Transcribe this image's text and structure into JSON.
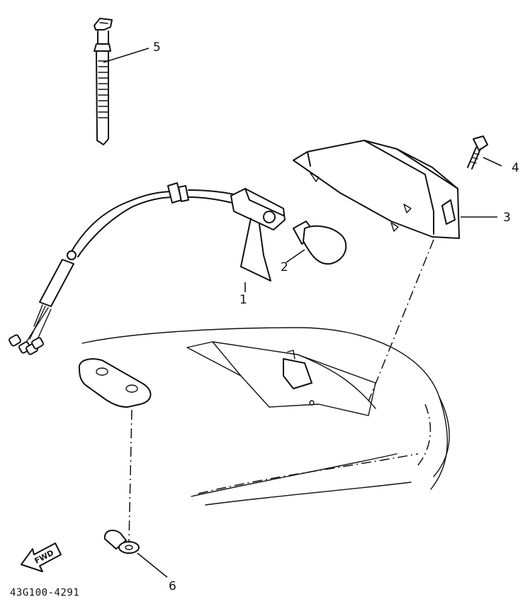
{
  "diagram": {
    "callouts": [
      {
        "id": "1",
        "label": "1"
      },
      {
        "id": "2",
        "label": "2"
      },
      {
        "id": "3",
        "label": "3"
      },
      {
        "id": "4",
        "label": "4"
      },
      {
        "id": "5",
        "label": "5"
      },
      {
        "id": "6",
        "label": "6"
      }
    ],
    "direction_arrow_label": "FWD",
    "drawing_code": "43G100-4291"
  }
}
